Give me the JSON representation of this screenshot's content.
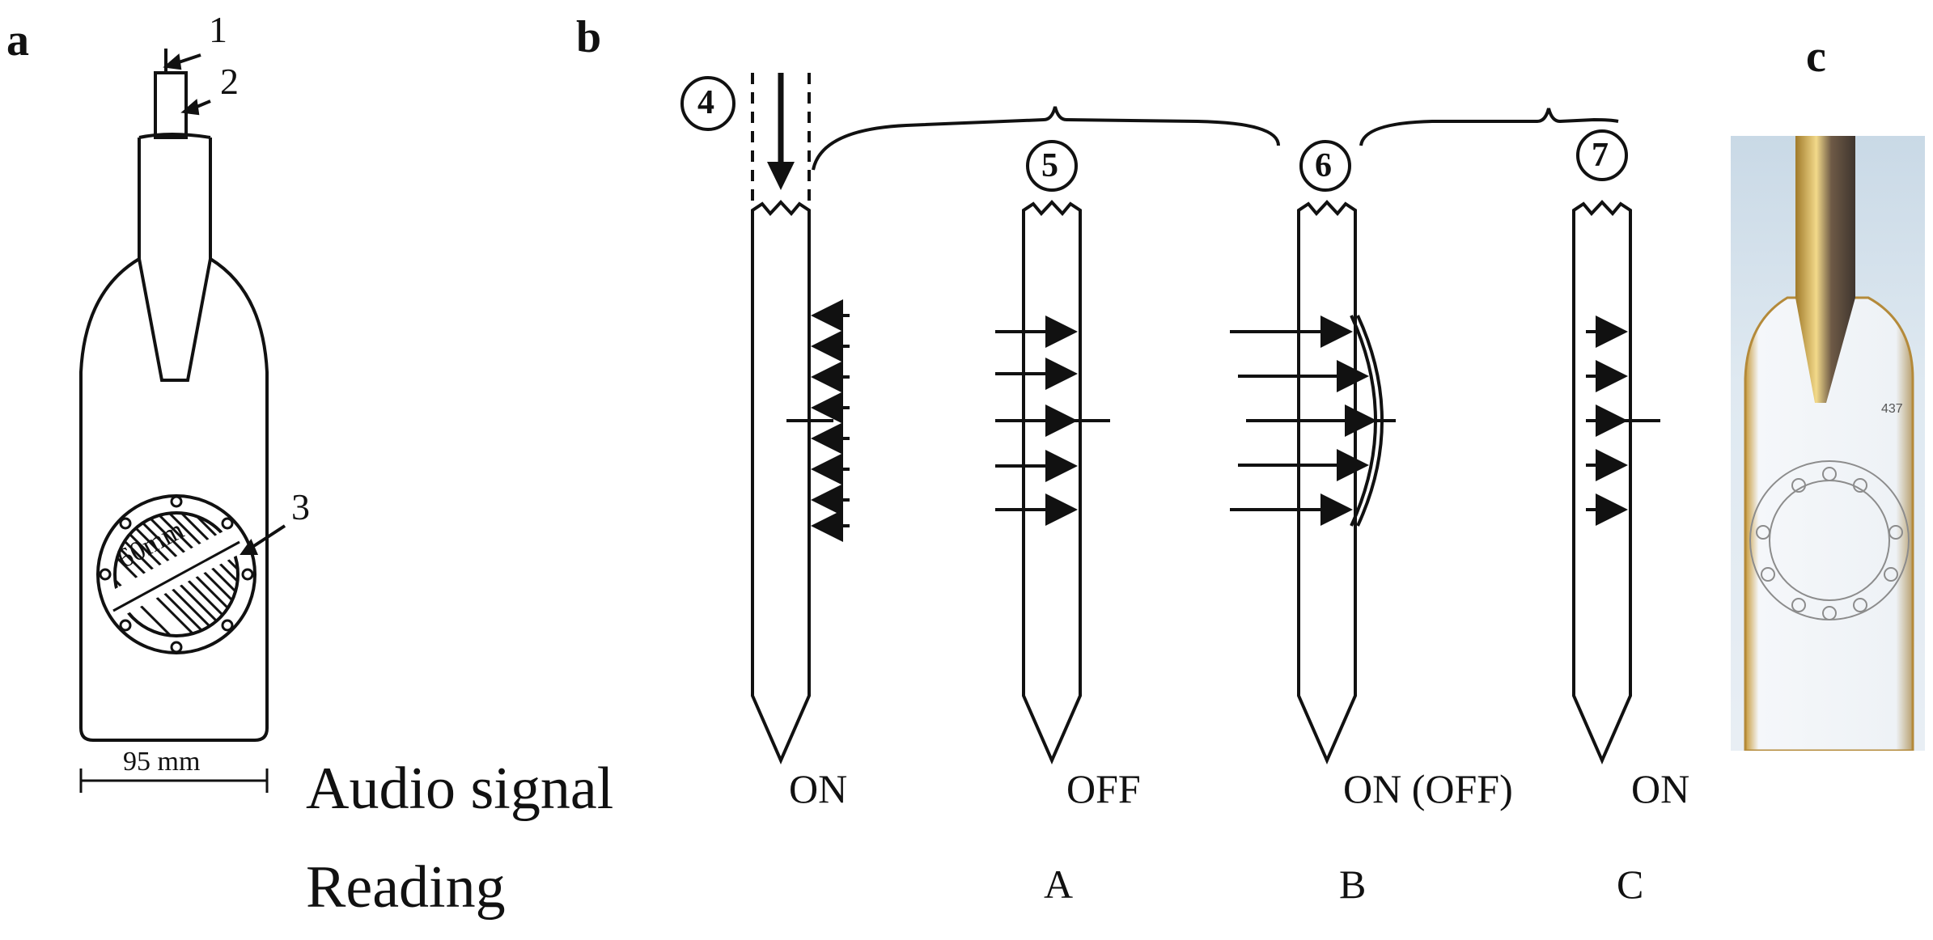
{
  "panels": {
    "a": "a",
    "b": "b",
    "c": "c"
  },
  "panel_a": {
    "callouts": [
      "1",
      "2",
      "3"
    ],
    "diameter_label": "60mm",
    "width_label": "95 mm"
  },
  "panel_b": {
    "blades": [
      {
        "number": "4",
        "audio": "ON",
        "reading": ""
      },
      {
        "number": "5",
        "audio": "OFF",
        "reading": "A"
      },
      {
        "number": "6",
        "audio": "ON (OFF)",
        "reading": "B"
      },
      {
        "number": "7",
        "audio": "ON",
        "reading": "C"
      }
    ],
    "row_labels": {
      "audio": "Audio signal",
      "reading": "Reading"
    }
  },
  "panel_c": {
    "serial": "437"
  },
  "colors": {
    "ink": "#111111",
    "photo_bg": "#dfe9f1",
    "gold": "#c79a3a",
    "steel": "#8a8178"
  }
}
